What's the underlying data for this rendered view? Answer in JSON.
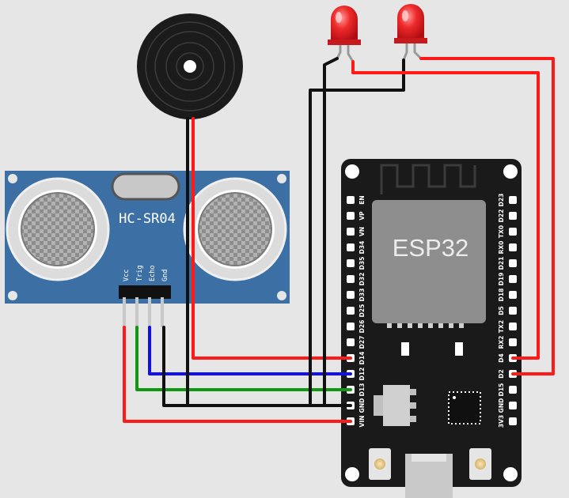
{
  "sensor": {
    "title": "HC-SR04",
    "pins": [
      "Vcc",
      "Trig",
      "Echo",
      "Gnd"
    ]
  },
  "board": {
    "chip_label": "ESP32",
    "left_pins": [
      "EN",
      "VP",
      "VN",
      "D34",
      "D35",
      "D32",
      "D33",
      "D25",
      "D26",
      "D27",
      "D14",
      "D12",
      "D13",
      "GND",
      "VIN"
    ],
    "right_pins": [
      "D23",
      "D22",
      "TX0",
      "RX0",
      "D21",
      "D19",
      "D18",
      "D5",
      "TX2",
      "RX2",
      "D4",
      "D2",
      "D15",
      "GND",
      "3V3"
    ]
  },
  "colors": {
    "wire_red": "#ff1a1a",
    "wire_blue": "#1010ee",
    "wire_green": "#109910",
    "wire_black": "#111111",
    "board": "#1a1a1a",
    "sensor_pcb": "#3c6fa4",
    "led": "#e6222a"
  },
  "components": [
    "buzzer",
    "led-1",
    "led-2",
    "hc-sr04-sensor",
    "esp32-board"
  ]
}
